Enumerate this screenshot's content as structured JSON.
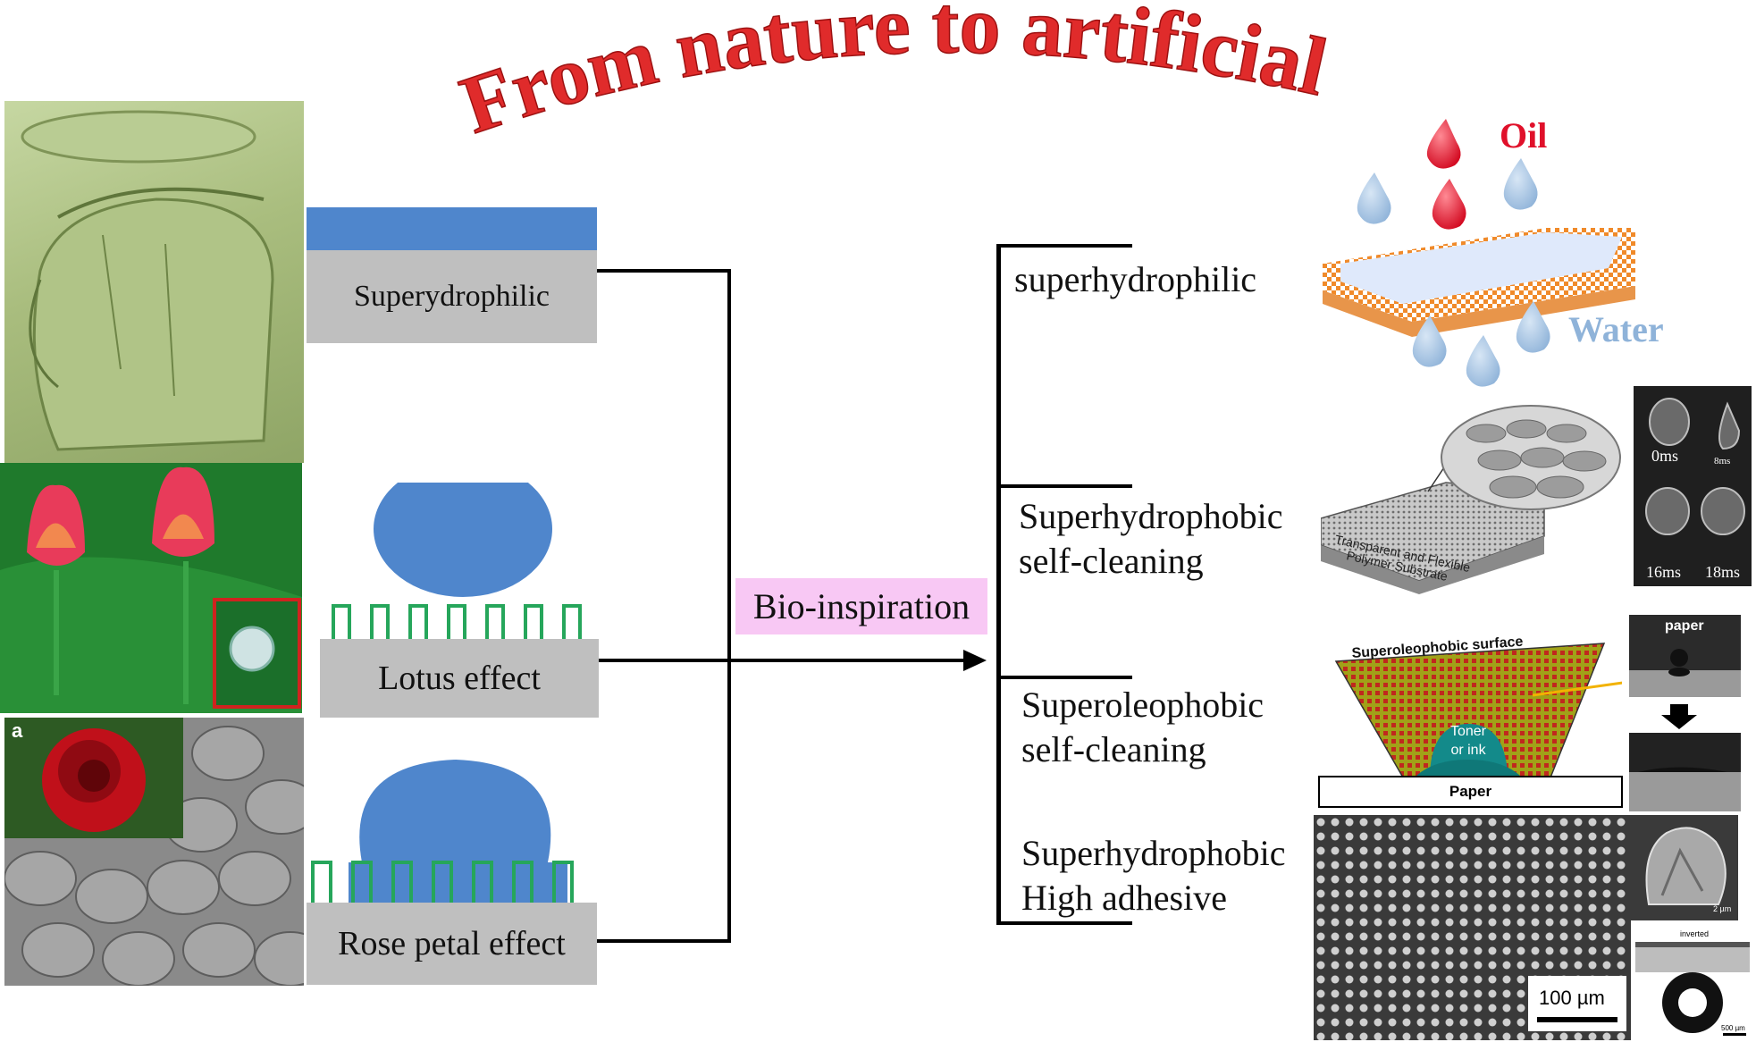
{
  "title": "From nature to artificial",
  "left_labels": {
    "superhydrophilic": "Superydrophilic",
    "lotus": "Lotus effect",
    "rose": "Rose petal effect",
    "rose_panel_letter": "a"
  },
  "center": {
    "bio_inspiration": "Bio-inspiration"
  },
  "properties": [
    {
      "line1": "superhydrophilic",
      "line2": ""
    },
    {
      "line1": "Superhydrophobic",
      "line2": "self-cleaning"
    },
    {
      "line1": "Superoleophobic",
      "line2": "self-cleaning"
    },
    {
      "line1": "Superhydrophobic",
      "line2": "High adhesive"
    }
  ],
  "right_labels": {
    "oil": "Oil",
    "water": "Water",
    "t0": "0ms",
    "t8": "8ms",
    "t16": "16ms",
    "t18": "18ms",
    "substrate_line1": "Transparent and Flexible",
    "substrate_line2": "Polymer Substrate",
    "superoleophobic_surface": "Superoleophobic surface",
    "toner_line1": "Toner",
    "toner_line2": "or ink",
    "paper_box": "Paper",
    "paper_top": "paper",
    "scale_100": "100 µm",
    "scale_2": "2 µm",
    "inverted": "inverted",
    "scale_500": "500 µm"
  },
  "colors": {
    "title": "#e02b2b",
    "blue": "#4f86cc",
    "gray": "#bfbfbf",
    "green_pillar": "#26a65b",
    "oil_red": "#e0102a",
    "water_blue": "#8fb3d9",
    "bio_pink": "#f8c8f4"
  }
}
